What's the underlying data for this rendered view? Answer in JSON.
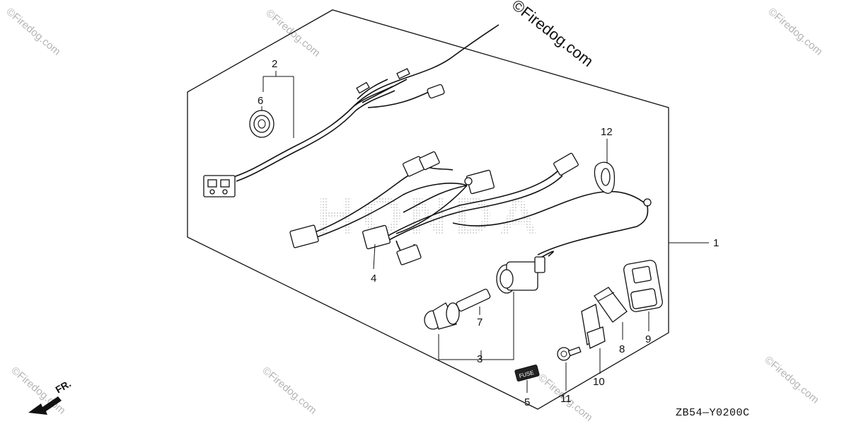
{
  "copyright": "©Firedog.com",
  "watermark": "©Firedog.com",
  "brand_watermark": "HONDA",
  "diagram_code": "ZB54—Y0200C",
  "direction_label": "FR.",
  "fuse_label": "FUSE",
  "callouts": {
    "c1": "1",
    "c2": "2",
    "c3": "3",
    "c4": "4",
    "c5": "5",
    "c6": "6",
    "c7": "7",
    "c8": "8",
    "c9": "9",
    "c10": "10",
    "c11": "11",
    "c12": "12"
  }
}
